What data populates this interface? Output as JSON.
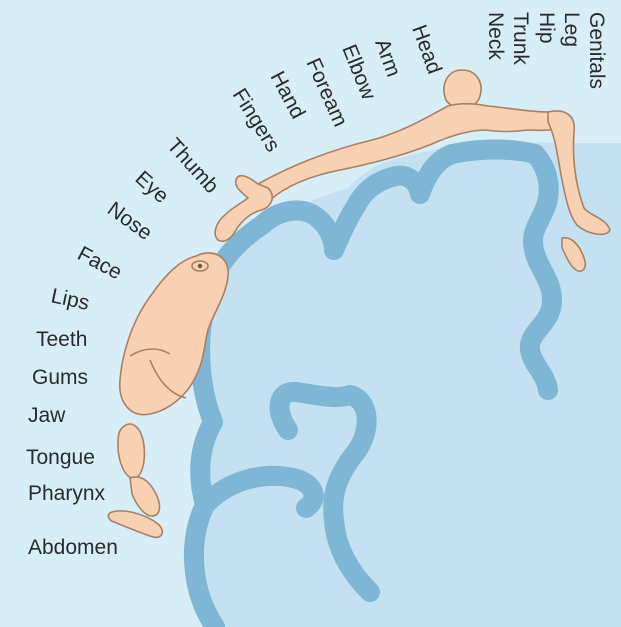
{
  "diagram": {
    "colors": {
      "background": "#d8eef7",
      "cortex_band": "#7fb6d6",
      "white_matter": "#c3e1f0",
      "body_fill": "#f7d1b2",
      "body_outline": "#a98064",
      "label_text": "#2b2b2b"
    },
    "labels": {
      "genitals": "Genitals",
      "leg": "Leg",
      "hip": "Hip",
      "trunk": "Trunk",
      "neck": "Neck",
      "head": "Head",
      "arm": "Arm",
      "elbow": "Elbow",
      "forearm": "Foream",
      "hand": "Hand",
      "fingers": "Fingers",
      "thumb": "Thumb",
      "eye": "Eye",
      "nose": "Nose",
      "face": "Face",
      "lips": "Lips",
      "teeth": "Teeth",
      "gums": "Gums",
      "jaw": "Jaw",
      "tongue": "Tongue",
      "pharynx": "Pharynx",
      "abdomen": "Abdomen"
    }
  }
}
